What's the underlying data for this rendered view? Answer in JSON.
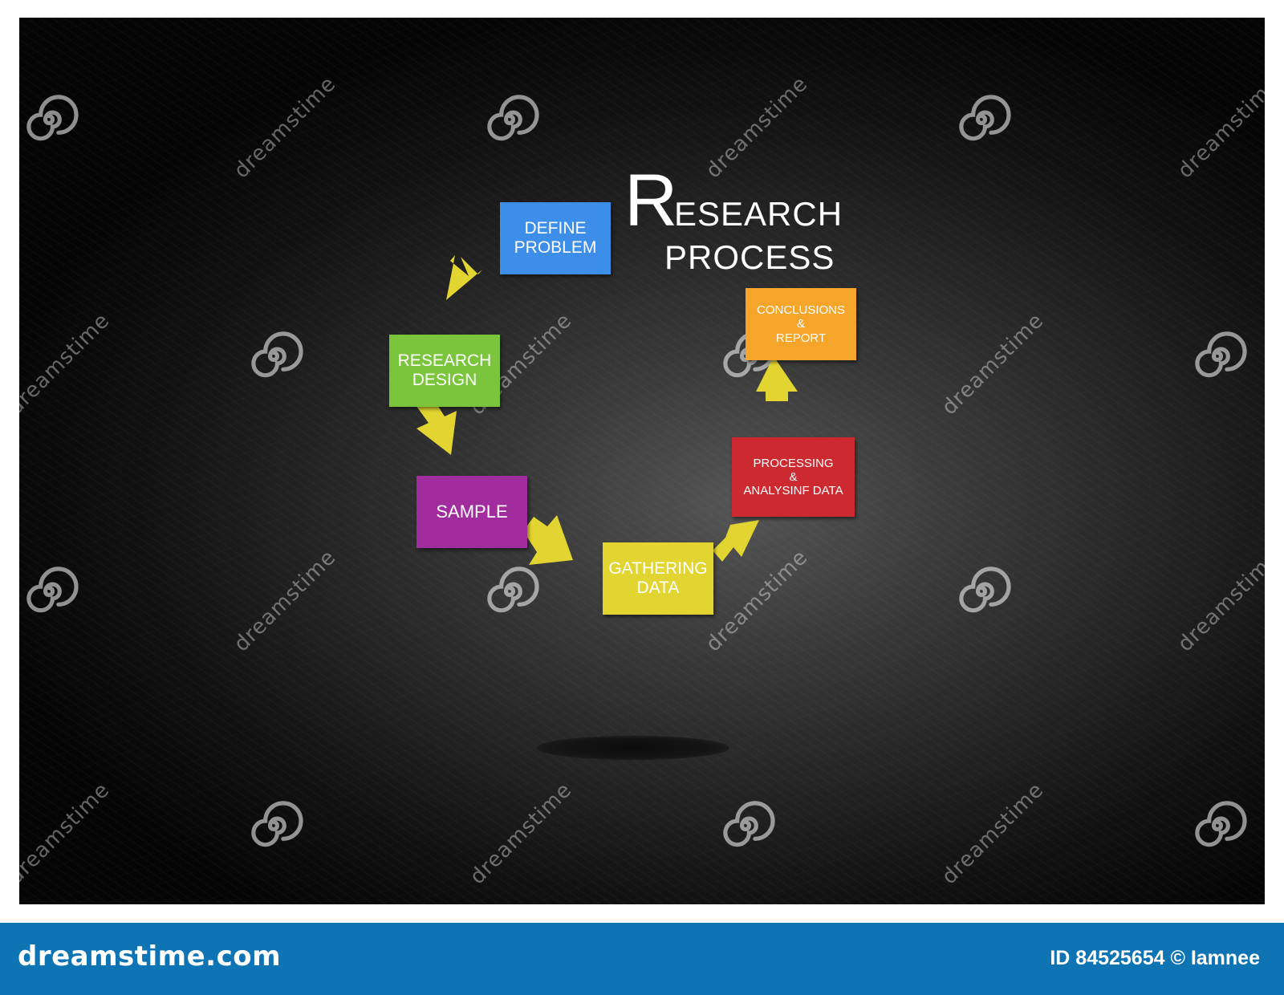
{
  "title": {
    "initial": "R",
    "line1_rest": "ESEARCH",
    "line2": "PROCESS"
  },
  "steps": [
    {
      "lines": [
        "DEFINE",
        "PROBLEM"
      ],
      "color": "#3c8ee8"
    },
    {
      "lines": [
        "RESEARCH",
        "DESIGN"
      ],
      "color": "#7bc53c"
    },
    {
      "lines": [
        "SAMPLE"
      ],
      "color": "#a12c9e"
    },
    {
      "lines": [
        "GATHERING",
        "DATA"
      ],
      "color": "#e3d531"
    },
    {
      "lines": [
        "PROCESSING",
        "&",
        "ANALYSINF DATA"
      ],
      "color": "#cc2a30"
    },
    {
      "lines": [
        "CONCLUSIONS",
        "&",
        "REPORT"
      ],
      "color": "#f4a52a"
    }
  ],
  "colors": {
    "arrow": "#e3d531",
    "footer_bg": "#0f74b4",
    "board": "#1a1a1a"
  },
  "watermark": {
    "text": "dreamstime",
    "icon": "spiral-logo-icon"
  },
  "footer": {
    "logo": "dreamstime.com",
    "id_text": "ID 84525654 © Iamnee"
  }
}
